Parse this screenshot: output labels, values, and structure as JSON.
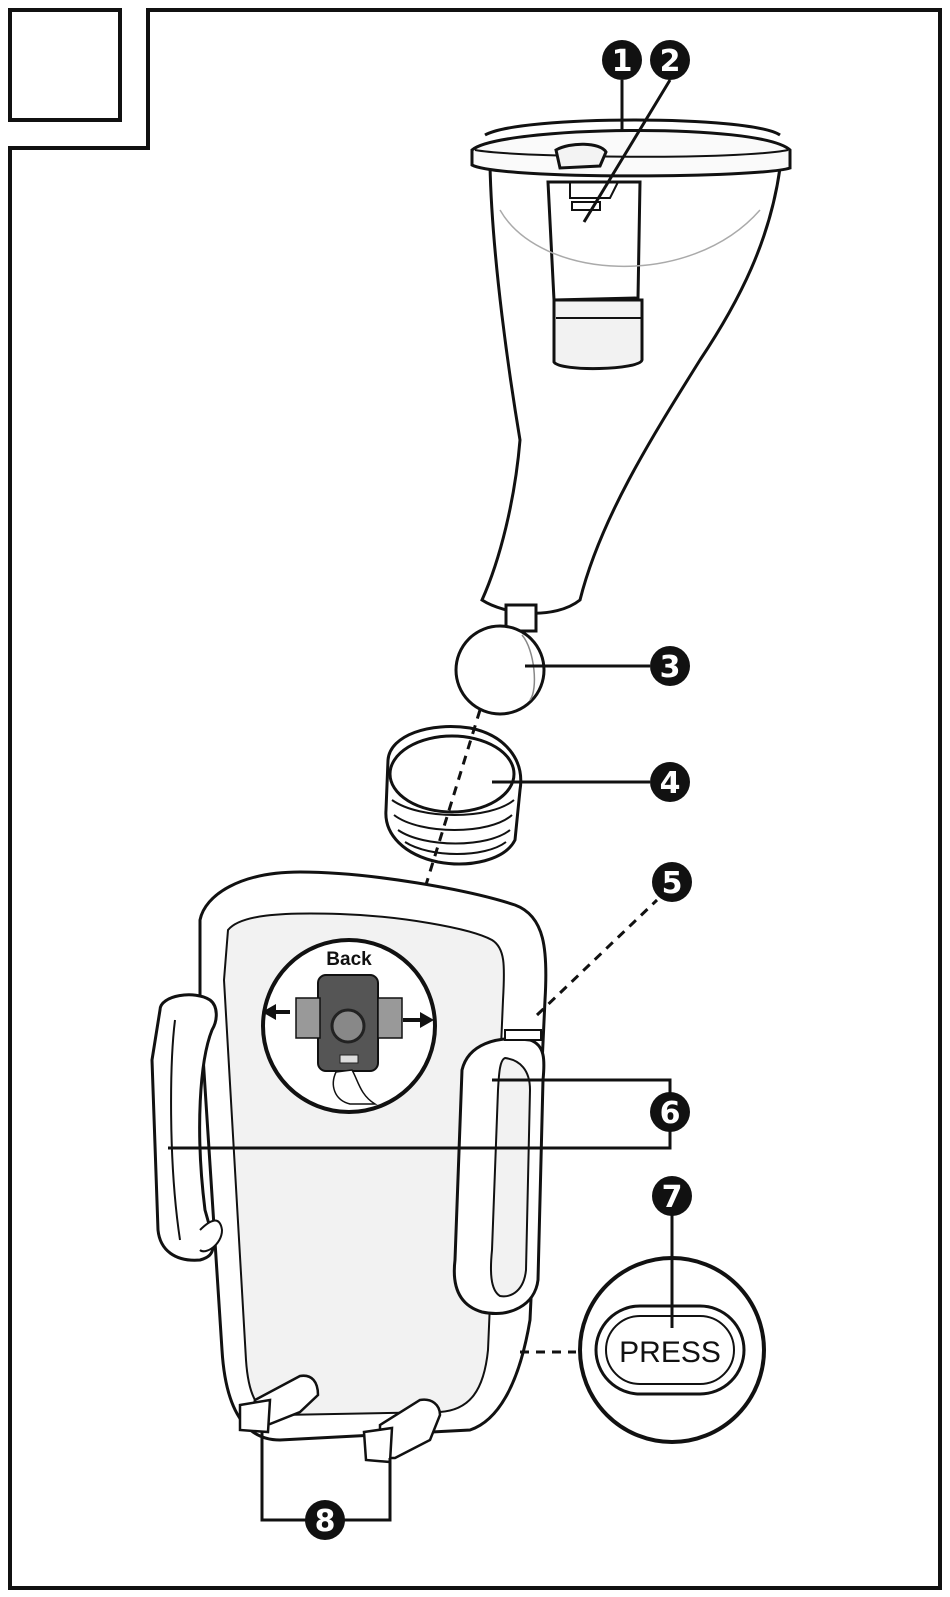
{
  "figure": {
    "callouts": [
      "1",
      "2",
      "3",
      "4",
      "5",
      "6",
      "7",
      "8"
    ],
    "back_label": "Back",
    "press_label": "PRESS"
  }
}
